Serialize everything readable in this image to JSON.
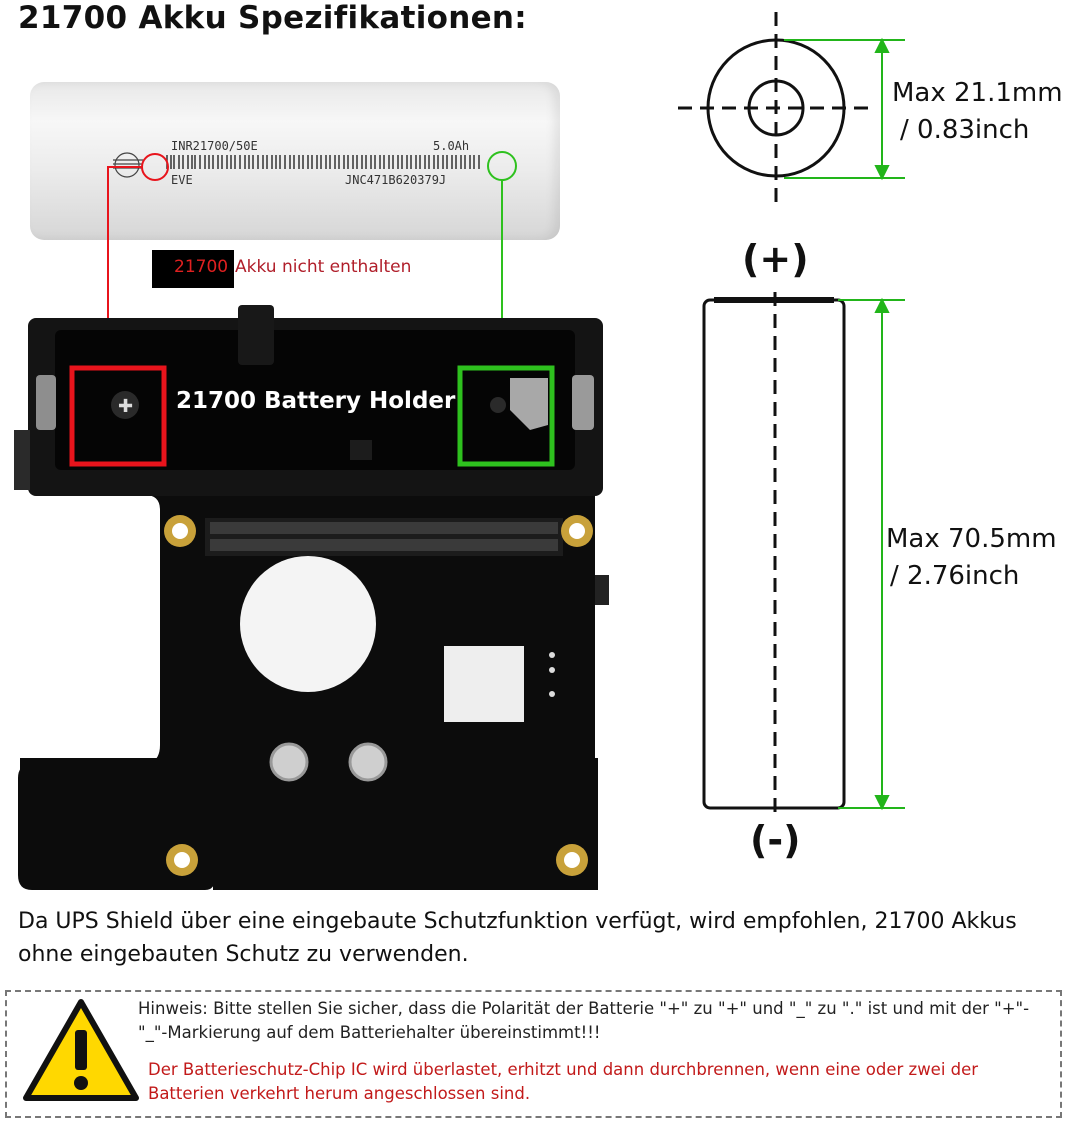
{
  "header": {
    "title": "21700 Akku Spezifikationen:"
  },
  "battery": {
    "model": "INR21700/50E",
    "capacity": "5.0Ah",
    "brand": "EVE",
    "serial": "JNC471B620379J",
    "plus_mark": "+",
    "minus_mark": "-"
  },
  "note": {
    "number": "21700",
    "text": "Akku nicht enthalten"
  },
  "holder": {
    "label": "21700 Battery Holder"
  },
  "dimensions": {
    "diameter_mm": "Max 21.1mm",
    "diameter_inch": "/ 0.83inch",
    "length_mm": "Max 70.5mm",
    "length_inch": "/ 2.76inch",
    "positive_label": "(+)",
    "negative_label": "(-)"
  },
  "info": {
    "text": "Da UPS Shield über eine eingebaute Schutzfunktion verfügt, wird empfohlen, 21700 Akkus ohne eingebauten Schutz zu verwenden."
  },
  "warning": {
    "hint": "Hinweis: Bitte stellen Sie sicher, dass die Polarität der Batterie \"+\" zu \"+\" und \"_\" zu \".\" ist und mit der \"+\"-\"_\"-Markierung auf dem Batteriehalter übereinstimmt!!!",
    "danger": "Der Batterieschutz-Chip IC wird überlastet, erhitzt und dann durchbrennen, wenn eine oder zwei der Batterien verkehrt herum angeschlossen sind."
  },
  "colors": {
    "positive_marker": "#e8141c",
    "negative_marker": "#2ec11e",
    "dimension_lines": "#22b51a",
    "board": "#0c0c0c",
    "warning_yellow": "#ffd800",
    "danger_text": "#c21a1a"
  }
}
